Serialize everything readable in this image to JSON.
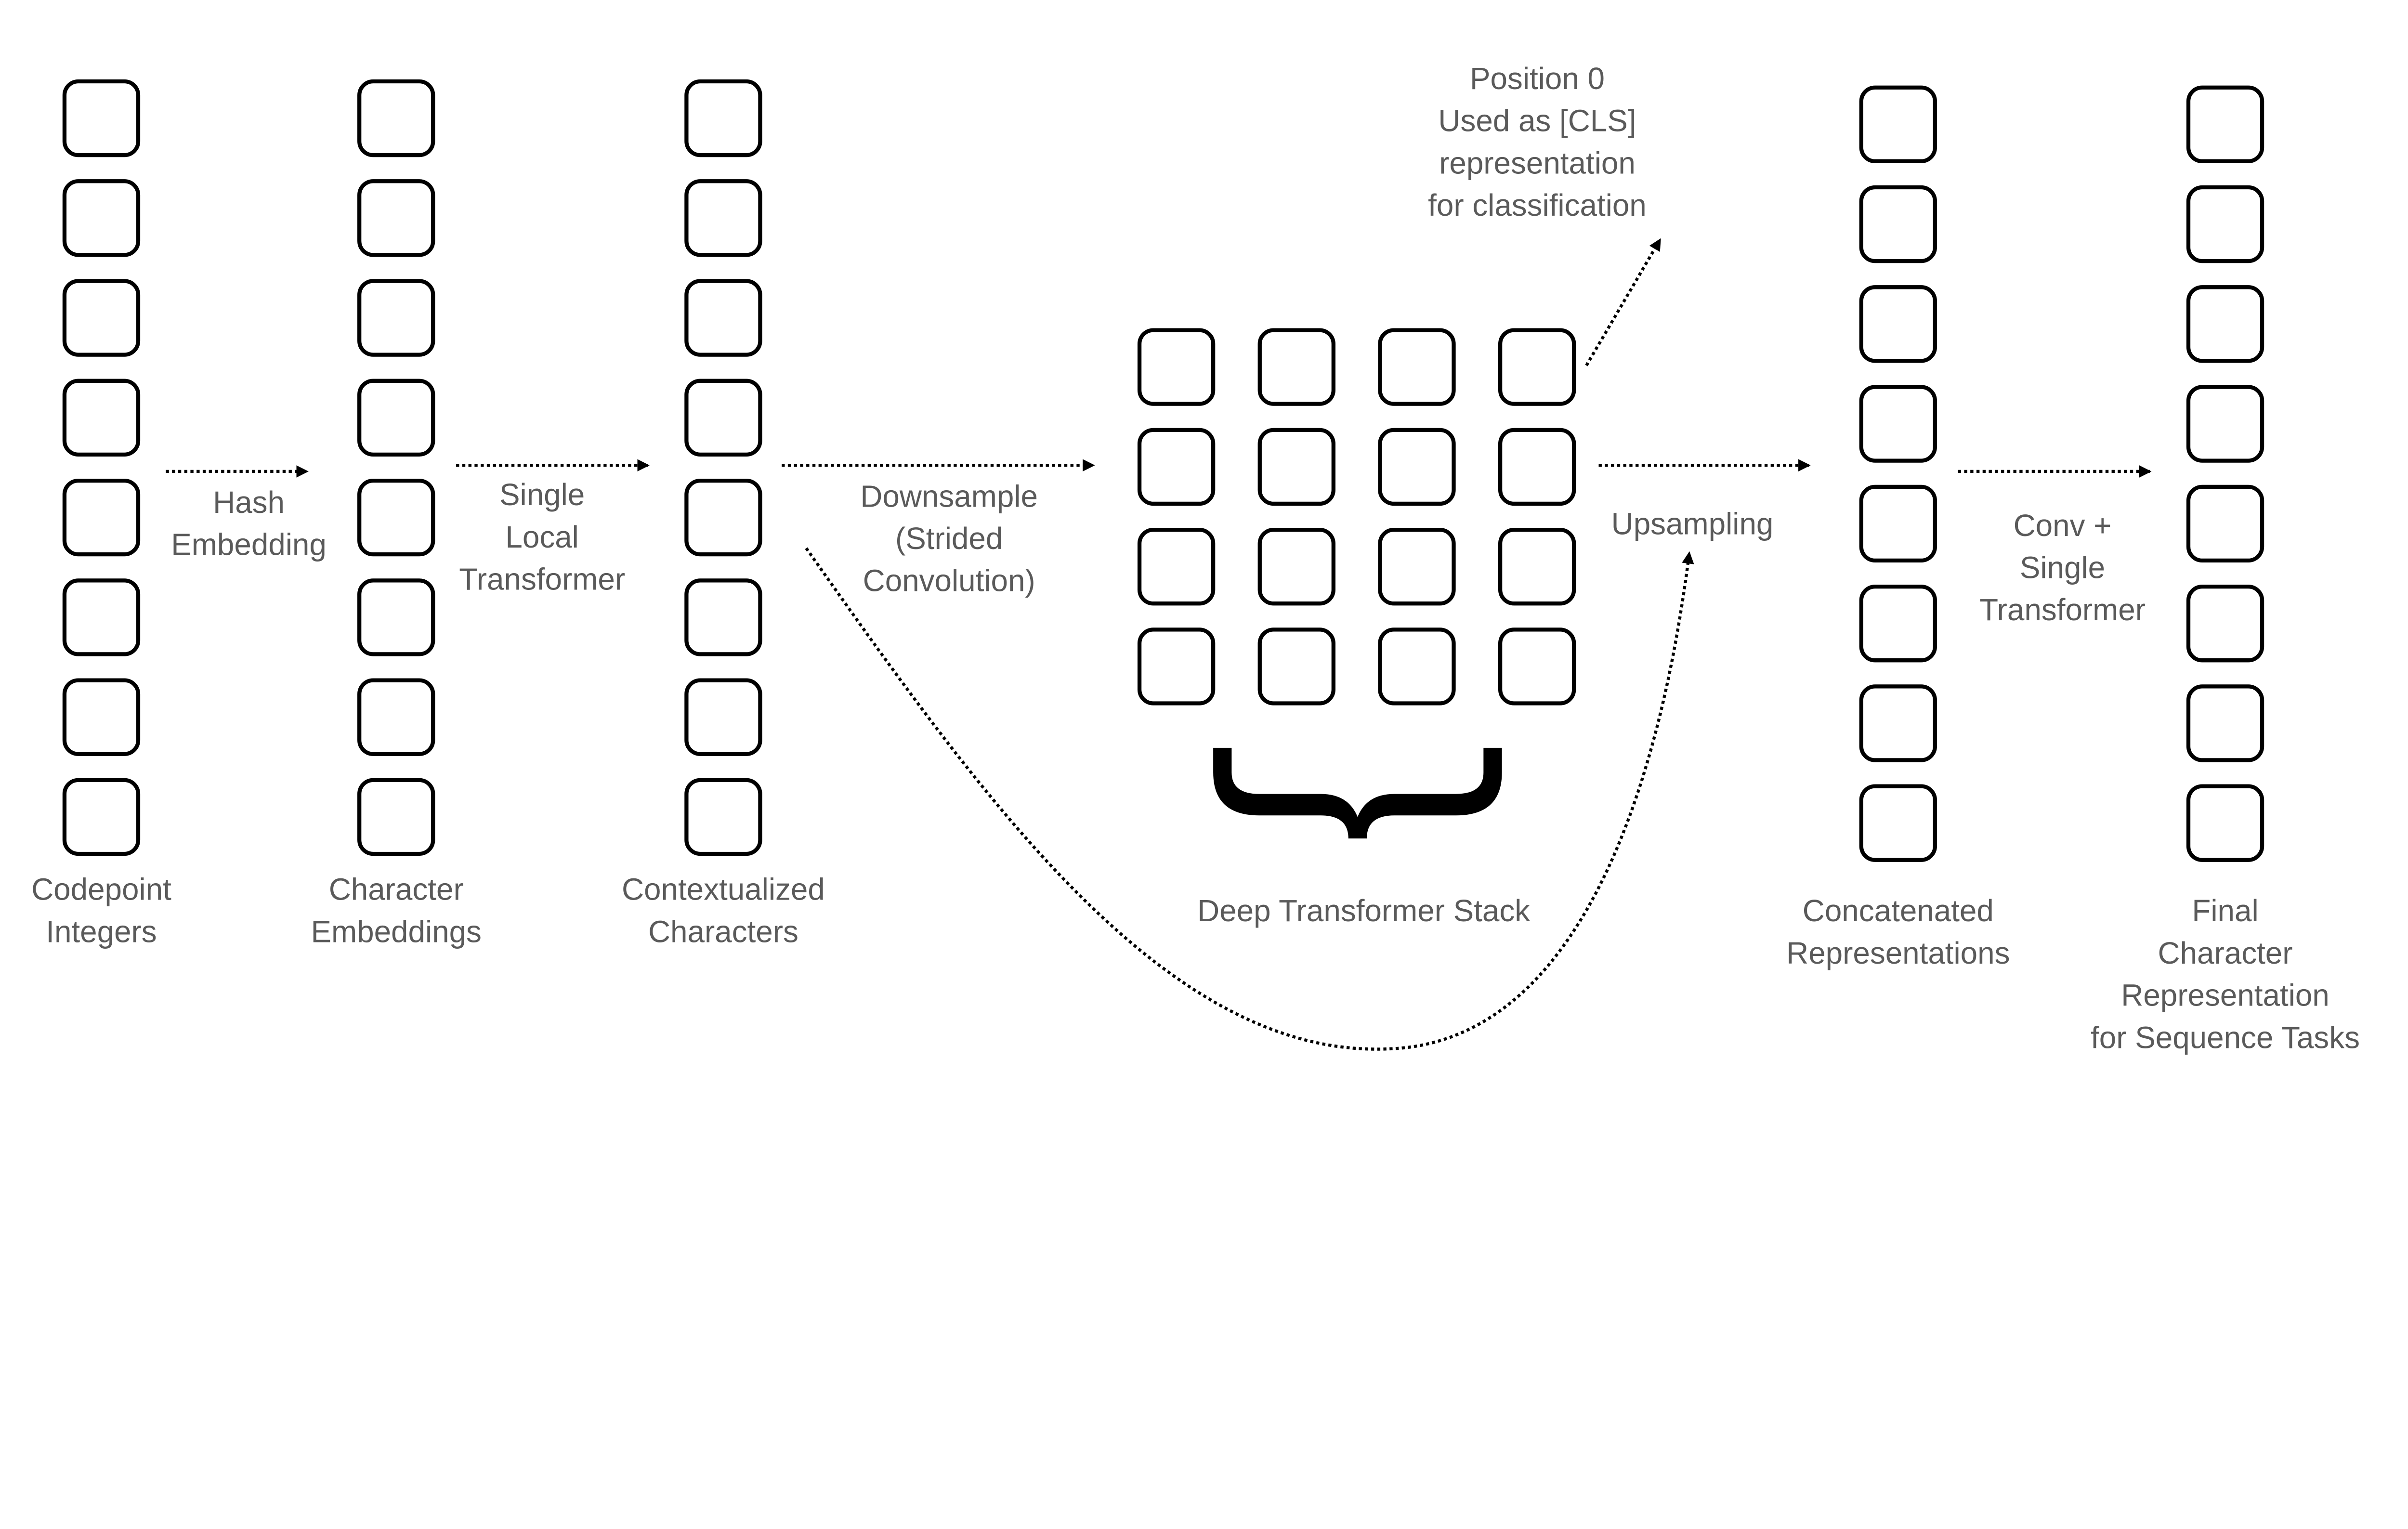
{
  "colors": {
    "box_stroke": "#000000",
    "text": "#5a5a5a",
    "background": "#ffffff"
  },
  "columns": [
    {
      "id": "codepoints",
      "label": [
        "Codepoint",
        "Integers"
      ],
      "cells": 8
    },
    {
      "id": "char-embeddings",
      "label": [
        "Character",
        "Embeddings"
      ],
      "cells": 8
    },
    {
      "id": "contextualized",
      "label": [
        "Contextualized",
        "Characters"
      ],
      "cells": 8
    },
    {
      "id": "concatenated",
      "label": [
        "Concatenated",
        "Representations"
      ],
      "cells": 8
    },
    {
      "id": "final",
      "label": [
        "Final",
        "Character",
        "Representation",
        "for Sequence Tasks"
      ],
      "cells": 8
    }
  ],
  "deep_stack": {
    "label": "Deep Transformer Stack",
    "rows": 4,
    "cols": 4
  },
  "arrows": [
    {
      "id": "hash-embedding",
      "label": [
        "Hash",
        "Embedding"
      ]
    },
    {
      "id": "single-local-transformer",
      "label": [
        "Single",
        "Local",
        "Transformer"
      ]
    },
    {
      "id": "downsample",
      "label": [
        "Downsample",
        "(Strided",
        "Convolution)"
      ]
    },
    {
      "id": "upsampling",
      "label": [
        "Upsampling"
      ]
    },
    {
      "id": "conv-single-transformer",
      "label": [
        "Conv +",
        "Single",
        "Transformer"
      ]
    }
  ],
  "cls_note": [
    "Position 0",
    "Used as [CLS]",
    "representation",
    "for classification"
  ]
}
